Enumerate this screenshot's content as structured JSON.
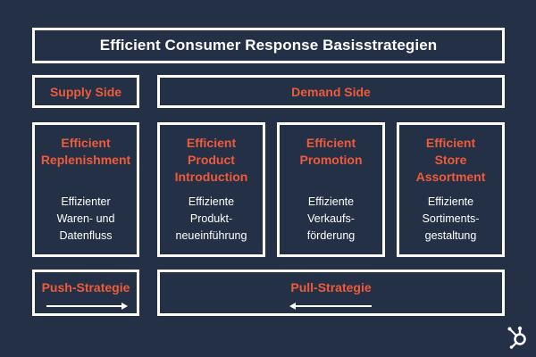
{
  "title": "Efficient Consumer Response Basisstrategien",
  "sides": {
    "supply": "Supply Side",
    "demand": "Demand Side"
  },
  "columns": [
    {
      "heading": "Efficient\nReplenishment",
      "description": "Effizienter\nWaren- und\nDatenfluss"
    },
    {
      "heading": "Efficient\nProduct\nIntroduction",
      "description": "Effiziente\nProdukt-\nneueinführung"
    },
    {
      "heading": "Efficient\nPromotion",
      "description": "Effiziente\nVerkaufs-\nförderung"
    },
    {
      "heading": "Efficient\nStore\nAssortment",
      "description": "Effiziente\nSortiments-\ngestaltung"
    }
  ],
  "strategies": {
    "push": "Push-Strategie",
    "pull": "Pull-Strategie"
  },
  "colors": {
    "background": "#233045",
    "accent": "#ee5b3b",
    "line": "#ffffff"
  },
  "icons": {
    "logo": "hubspot-sprocket-icon",
    "push_arrow": "arrow-right-icon",
    "pull_arrow": "arrow-left-icon"
  }
}
